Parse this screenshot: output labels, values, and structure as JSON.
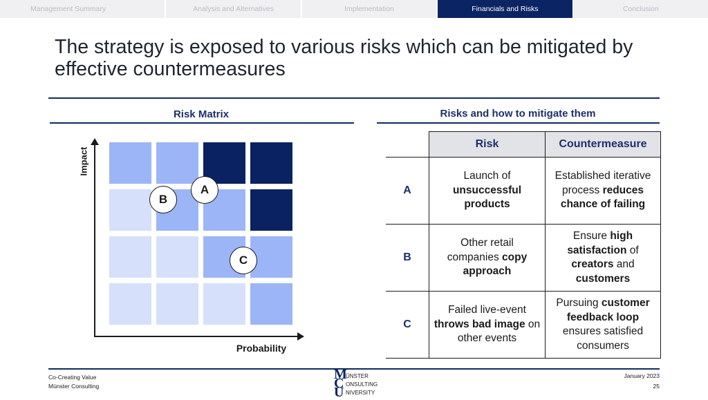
{
  "nav": {
    "tabs": [
      {
        "label": "Management Summary",
        "active": false
      },
      {
        "label": "Analysis and Alternatives",
        "active": false
      },
      {
        "label": "Implementation",
        "active": false
      },
      {
        "label": "Financials and Risks",
        "active": true
      },
      {
        "label": "Conclusion",
        "active": false
      }
    ]
  },
  "title": "The strategy is exposed to various risks which can be mitigated by effective countermeasures",
  "matrix": {
    "heading": "Risk Matrix",
    "ylabel": "Impact",
    "xlabel": "Probability",
    "colors": {
      "light": "#d6e0fb",
      "mid": "#9cb5f7",
      "dark": "#0a2262"
    },
    "grid": [
      [
        "mid",
        "mid",
        "dark",
        "dark"
      ],
      [
        "light",
        "mid",
        "mid",
        "dark"
      ],
      [
        "light",
        "light",
        "mid",
        "mid"
      ],
      [
        "light",
        "light",
        "light",
        "mid"
      ]
    ],
    "markers": [
      "A",
      "B",
      "C"
    ]
  },
  "table": {
    "heading": "Risks and how to mitigate them",
    "headers": {
      "risk": "Risk",
      "countermeasure": "Countermeasure"
    },
    "rows": [
      {
        "letter": "A",
        "risk": [
          "Launch of ",
          "unsuccessful products"
        ],
        "counter": [
          "Established iterative process ",
          "reduces chance of failing"
        ]
      },
      {
        "letter": "B",
        "risk": [
          "Other retail companies ",
          "copy approach"
        ],
        "counter": [
          "Ensure ",
          "high satisfaction",
          " of ",
          "creators",
          " and ",
          "customers"
        ]
      },
      {
        "letter": "C",
        "risk": [
          "Failed live-event ",
          "throws bad image",
          " on other events"
        ],
        "counter": [
          "Pursuing ",
          "customer feedback loop",
          " ensures satisfied consumers"
        ]
      }
    ]
  },
  "footer": {
    "left1": "Co-Creating Value",
    "left2": "Münster Consulting",
    "date": "January 2023",
    "page": "25",
    "logo": {
      "letters": [
        "M",
        "C",
        "U"
      ],
      "words": [
        "ÜNSTER",
        "ONSULTING",
        "NIVERSITY"
      ]
    }
  }
}
